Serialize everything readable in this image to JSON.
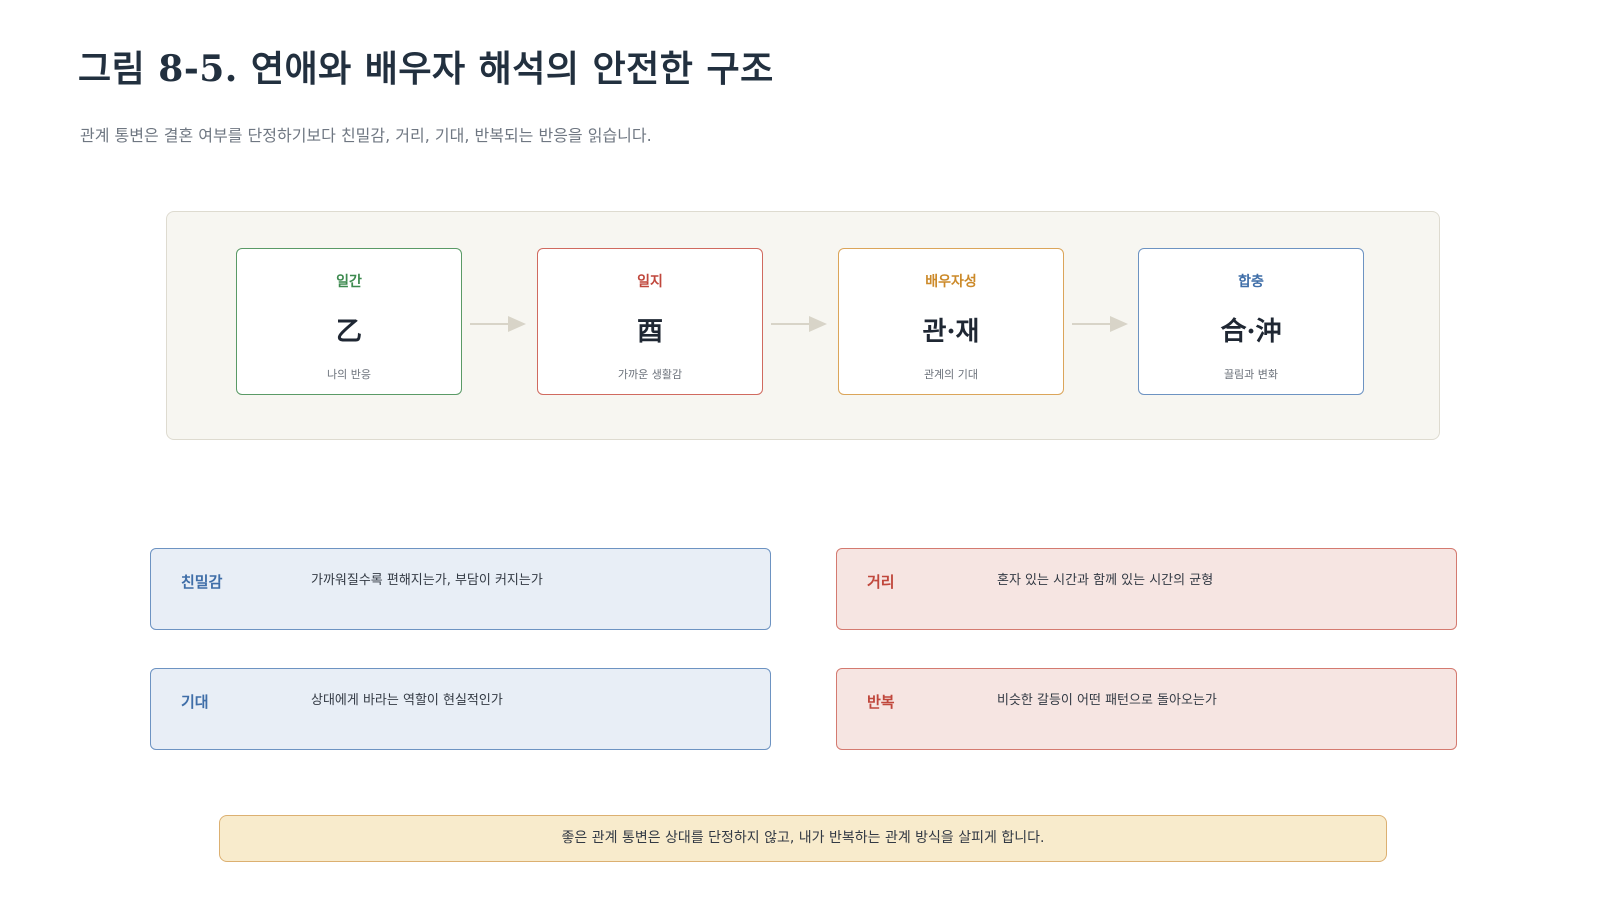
{
  "header": {
    "title": "그림 8-5. 연애와 배우자 해석의 안전한 구조",
    "subtitle": "관계 통변은 결혼 여부를 단정하기보다 친밀감, 거리, 기대, 반복되는 반응을 읽습니다."
  },
  "flow": {
    "nodes": [
      {
        "label": "일간",
        "value": "乙",
        "caption": "나의 반응",
        "color": "#3d8a4f"
      },
      {
        "label": "일지",
        "value": "酉",
        "caption": "가까운 생활감",
        "color": "#c0473c"
      },
      {
        "label": "배우자성",
        "value": "관·재",
        "caption": "관계의 기대",
        "color": "#cc8a2a"
      },
      {
        "label": "합충",
        "value": "合·沖",
        "caption": "끌림과 변화",
        "color": "#3f6ea8"
      }
    ],
    "arrow_color": "#d8d4c8"
  },
  "cards": [
    {
      "label": "친밀감",
      "desc": "가까워질수록 편해지는가, 부담이 커지는가",
      "color": "#3f6ea8"
    },
    {
      "label": "거리",
      "desc": "혼자 있는 시간과 함께 있는 시간의 균형",
      "color": "#c0473c"
    },
    {
      "label": "기대",
      "desc": "상대에게 바라는 역할이 현실적인가",
      "color": "#3f6ea8"
    },
    {
      "label": "반복",
      "desc": "비슷한 갈등이 어떤 패턴으로 돌아오는가",
      "color": "#c0473c"
    }
  ],
  "footer": {
    "note": "좋은 관계 통변은 상대를 단정하지 않고, 내가 반복하는 관계 방식을 살피게 합니다."
  }
}
